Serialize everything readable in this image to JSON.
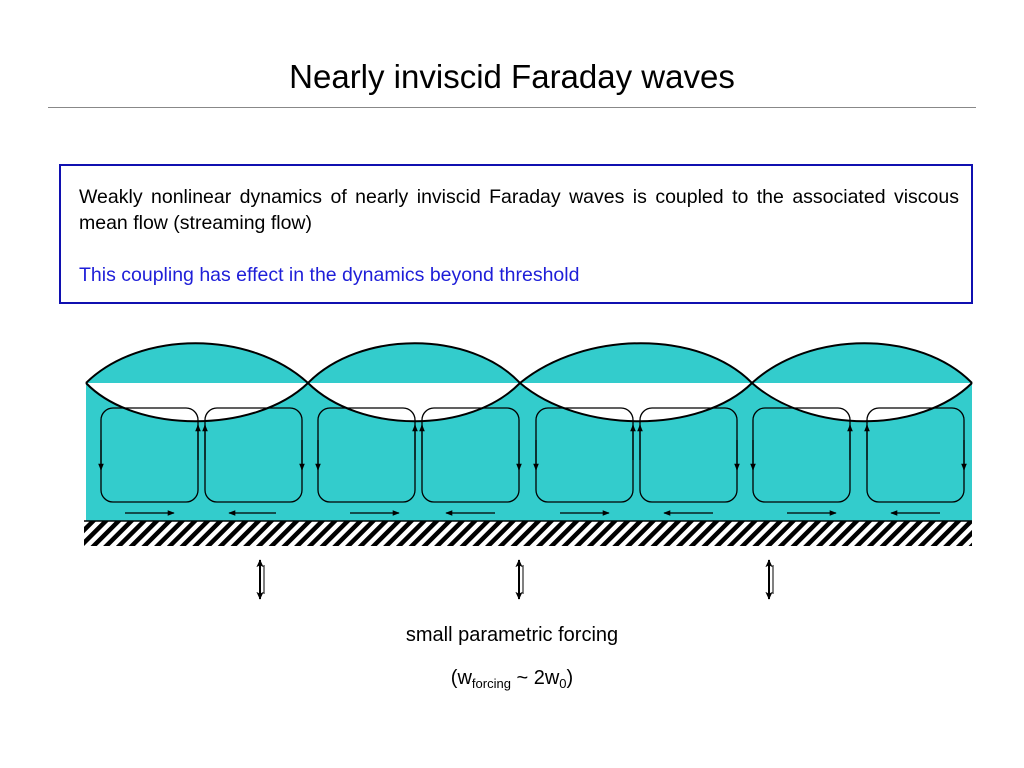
{
  "slide": {
    "title": "Nearly inviscid Faraday waves",
    "box": {
      "paragraph1": "Weakly nonlinear dynamics of nearly inviscid Faraday waves is coupled to the associated viscous mean flow (streaming flow)",
      "paragraph2": "This coupling has effect in the dynamics beyond threshold",
      "paragraph2_color": "#1e1ed8",
      "border_color": "#1010b0"
    },
    "diagram": {
      "fluid_color": "#33cccc",
      "wave_crests": 4,
      "vortex_cells": 8,
      "forcing_arrows": 3
    },
    "caption": {
      "line1": "small  parametric forcing",
      "open": "(w",
      "sub1": "forcing",
      "mid": " ~ 2w",
      "sub2": "0",
      "close": ")"
    }
  }
}
